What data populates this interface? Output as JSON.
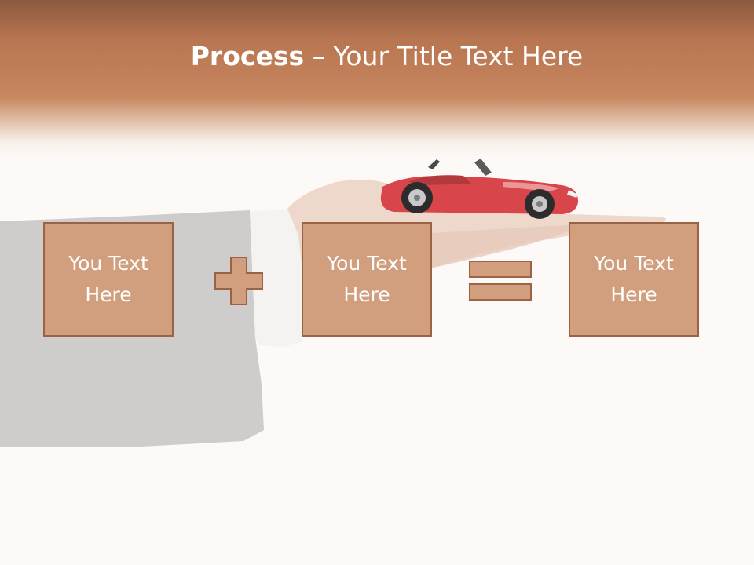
{
  "slide": {
    "title_bold": "Process",
    "title_separator": " – ",
    "title_rest": "Your Title Text Here"
  },
  "boxes": [
    {
      "text": "You Text Here"
    },
    {
      "text": "You Text Here"
    },
    {
      "text": "You Text Here"
    }
  ],
  "operators": [
    "plus-icon",
    "equals-icon"
  ],
  "colors": {
    "header": "#c7875f",
    "box_fill": "#d29f7e",
    "box_border": "#9c6246",
    "operator_fill": "#d29f7e",
    "car": "#d8454a"
  }
}
